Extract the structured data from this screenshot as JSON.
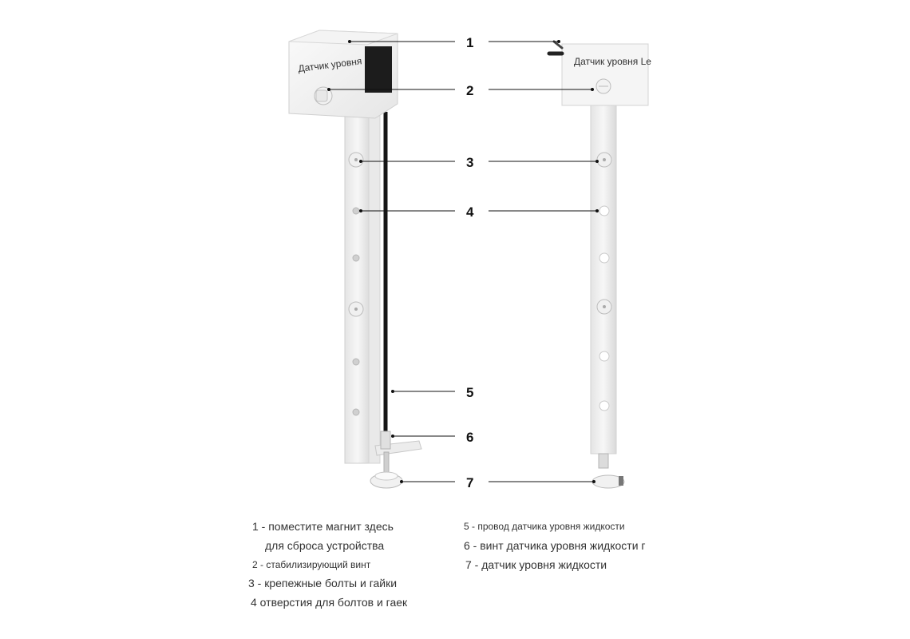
{
  "left_device": {
    "box_label": "Датчик уровня"
  },
  "right_device": {
    "box_label": "Датчик уровня Le"
  },
  "callouts": [
    "1",
    "2",
    "3",
    "4",
    "5",
    "6",
    "7"
  ],
  "legend": {
    "item1_line1": "1 - поместите магнит здесь",
    "item1_line2": "для сброса устройства",
    "item2": "2 - стабилизирующий винт",
    "item3": "3 - крепежные болты и гайки",
    "item4": "4 отверстия для болтов и гаек",
    "item5": "5 - провод датчика уровня жидкости",
    "item6": "6 - винт датчика уровня жидкости г",
    "item7": "7 - датчик уровня жидкости"
  }
}
